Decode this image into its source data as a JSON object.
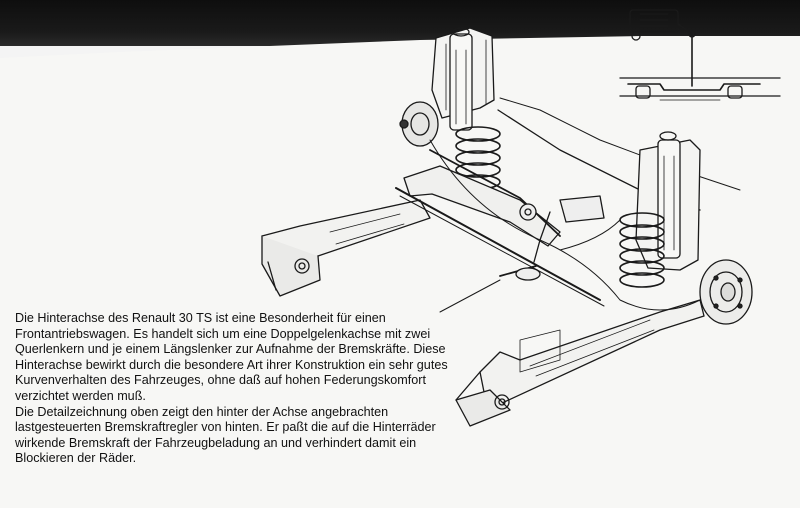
{
  "caption": {
    "paragraph1": "Die Hinterachse des Renault 30 TS ist eine Besonderheit für einen Frontantriebswagen. Es handelt sich um eine Doppelgelenkachse mit zwei Querlenkern und je einem Längslenker zur Aufnahme der Bremskräfte. Diese Hinterachse bewirkt durch die besondere Art ihrer Konstruktion ein sehr gutes Kurvenverhalten des Fahrzeuges, ohne daß auf hohen Federungskomfort verzichtet werden muß.",
    "paragraph2": "Die Detailzeichnung oben zeigt den hinter der Achse angebrachten lastgesteuerten Bremskraftregler von hinten. Er paßt die auf die Hinterräder wirkende Bremskraft der Fahrzeugbeladung an und verhindert damit ein Blockieren der Räder."
  },
  "colors": {
    "ink": "#111111",
    "paper": "#f7f7f5",
    "top_band": "#111111"
  },
  "illustration": {
    "subject": "rear-axle-suspension-drawing",
    "detail": "brake-pressure-regulator-detail"
  }
}
